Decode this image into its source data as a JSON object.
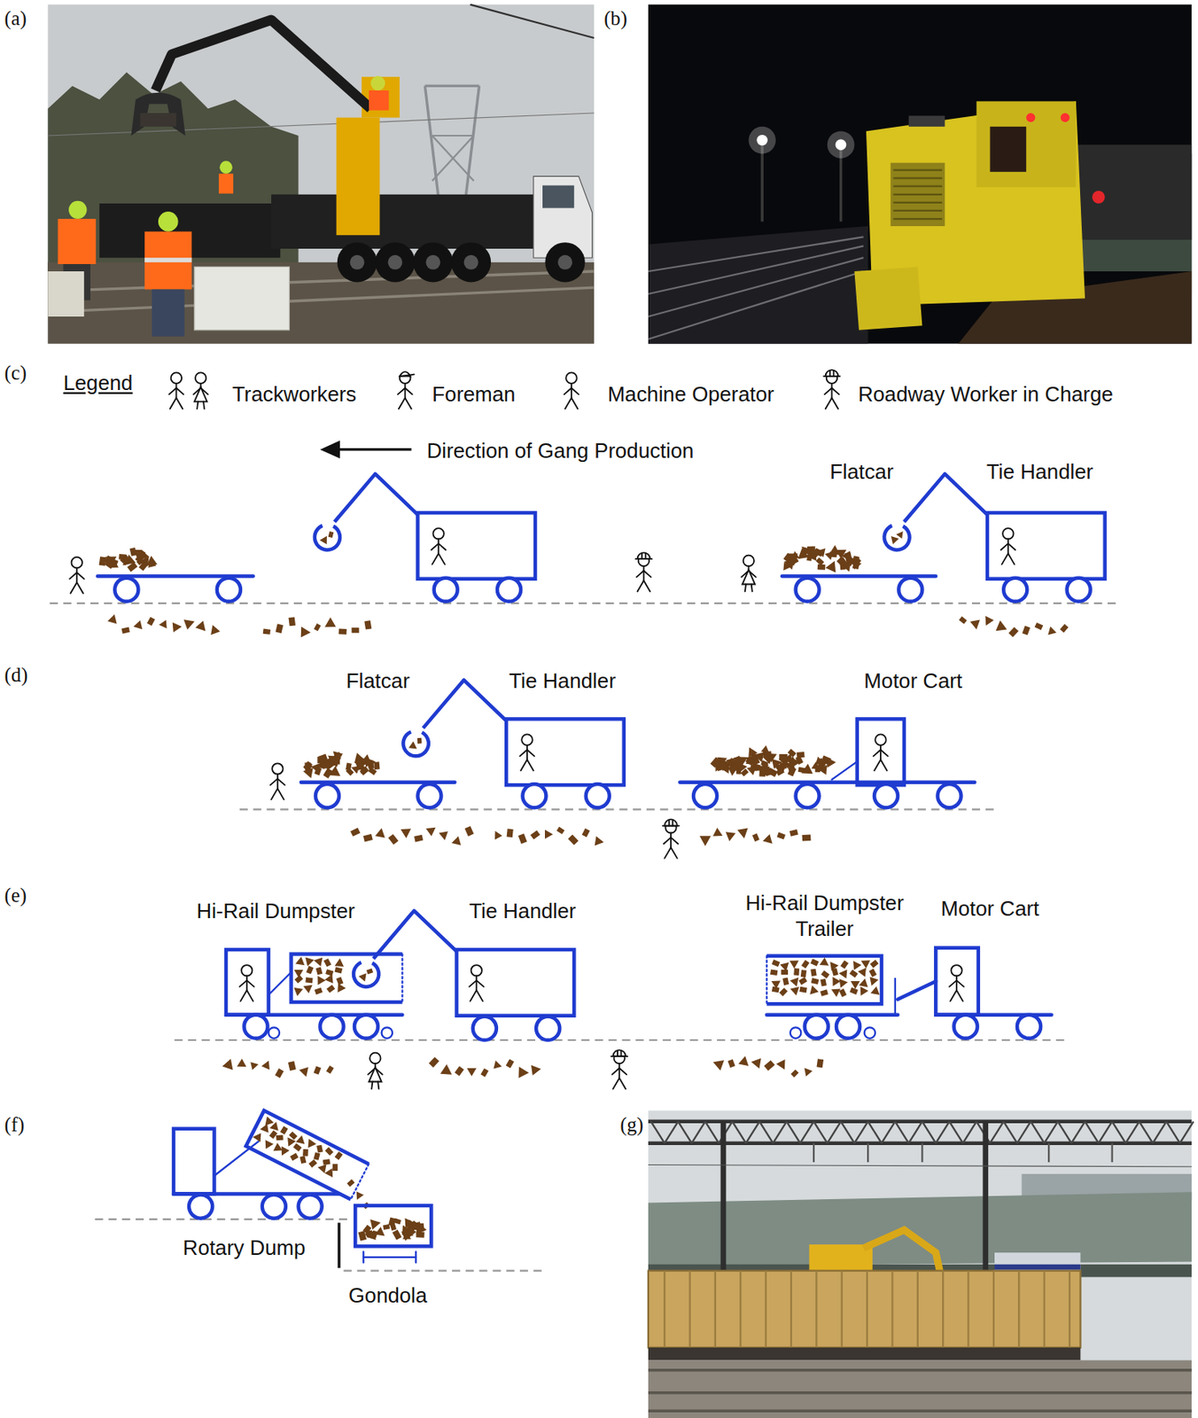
{
  "diagram": {
    "labels": [
      "(a)",
      "(b)",
      "(c)",
      "Legend",
      "Direction of Gang Production",
      "Flatcar",
      "Tie Handler",
      "(d)",
      "Flatcar",
      "Tie Handler",
      "Motor Cart",
      "(e)",
      "Hi-Rail Dumpster",
      "Tie Handler",
      "Hi-Rail Dumpster Trailer",
      "Motor Cart",
      "(f)",
      "Rotary Dump",
      "Gondola",
      "(g)"
    ],
    "legend": [
      {
        "text": "Trackworkers"
      },
      {
        "text": "Foreman"
      },
      {
        "text": "Machine Operator"
      },
      {
        "text": "Roadway Worker in Charge"
      }
    ]
  }
}
